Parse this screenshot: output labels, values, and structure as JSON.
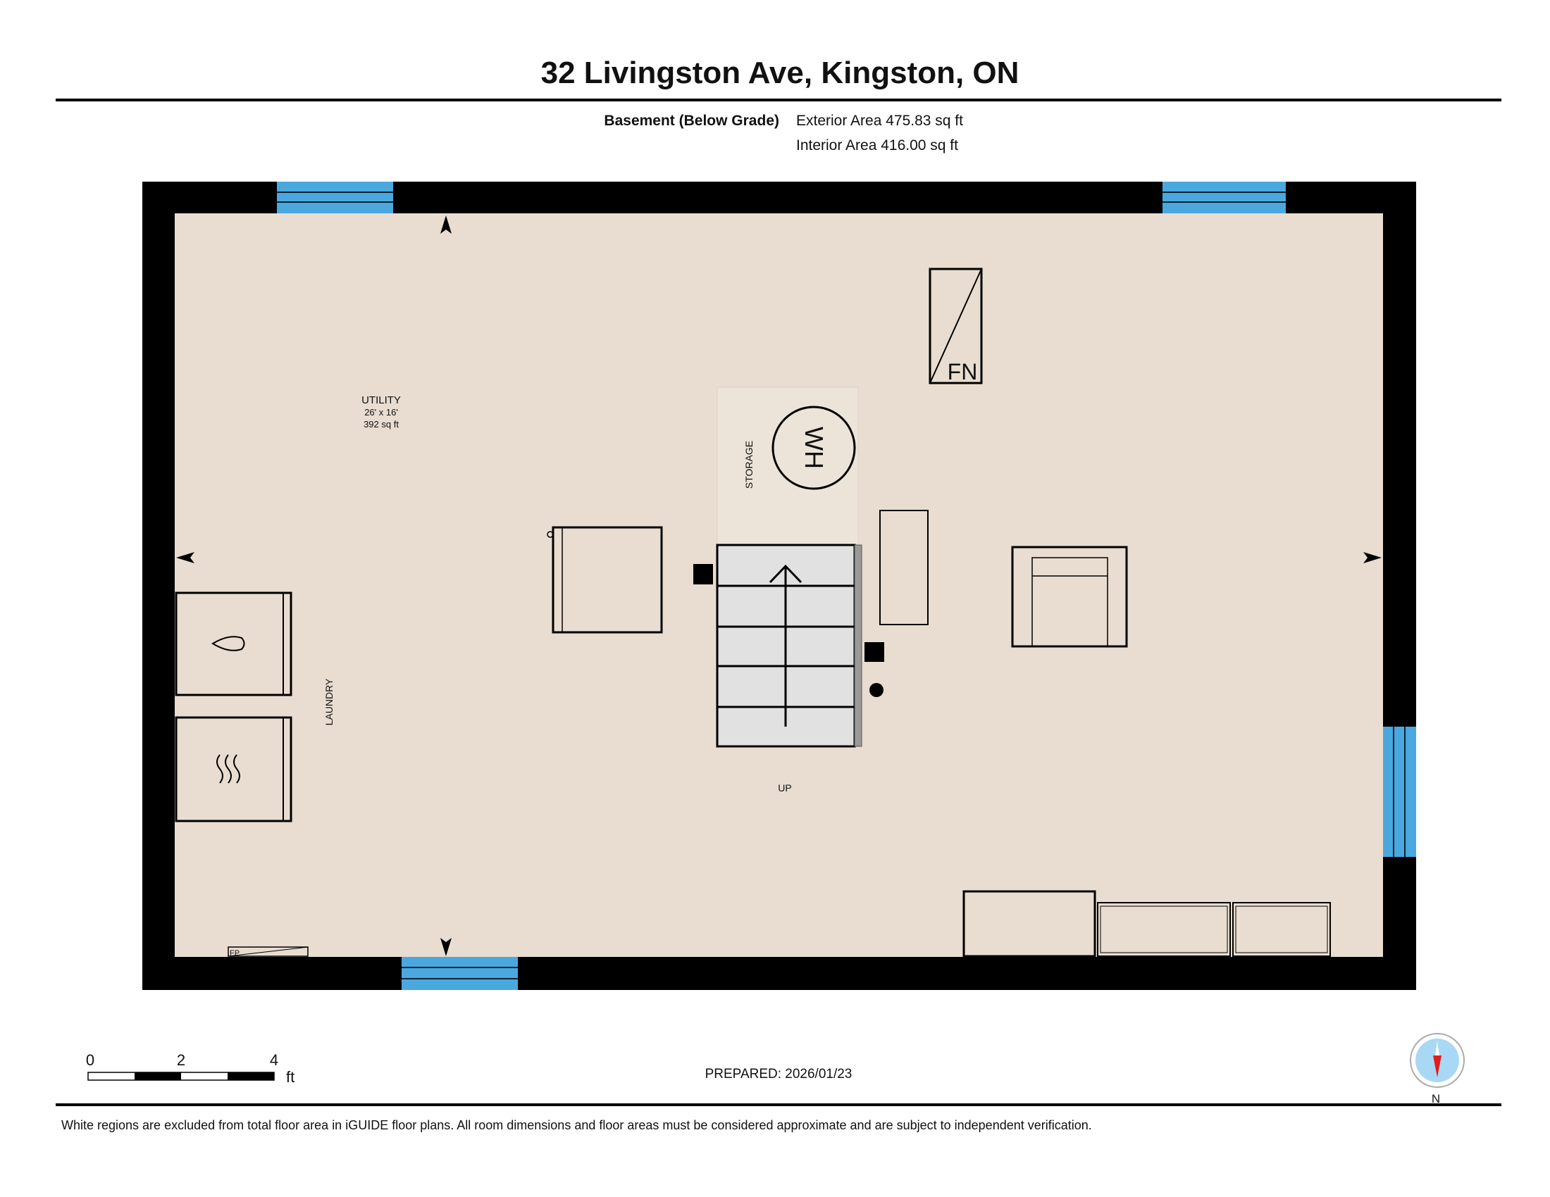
{
  "header": {
    "title": "32 Livingston Ave, Kingston, ON",
    "floor_name": "Basement (Below Grade)",
    "exterior_area": "Exterior Area 475.83 sq ft",
    "interior_area": "Interior Area 416.00 sq ft"
  },
  "rooms": {
    "utility": {
      "name": "UTILITY",
      "dimensions": "26' x 16'",
      "area": "392 sq ft"
    },
    "storage": "STORAGE",
    "laundry": "LAUNDRY",
    "stairs_label": "UP"
  },
  "fixtures": {
    "furnace": "FN",
    "water_heater": "WH",
    "fireplace": "FP"
  },
  "footer": {
    "scale_labels": [
      "0",
      "2",
      "4"
    ],
    "scale_unit": "ft",
    "prepared": "PREPARED: 2026/01/23",
    "compass_label": "N",
    "disclaimer": "White regions are excluded from total floor area in iGUIDE floor plans. All room dimensions and floor areas must be considered approximate and are subject to independent verification."
  },
  "colors": {
    "floor": "#e8ddd0",
    "wall": "#000000",
    "window": "#4aa8de",
    "stairs": "#e1e1e1"
  }
}
